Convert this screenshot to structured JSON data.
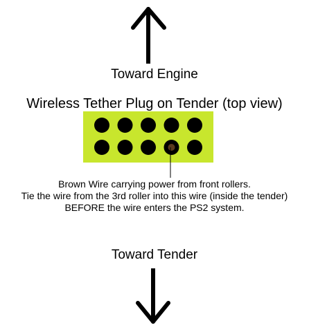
{
  "labels": {
    "toward_engine": "Toward Engine",
    "title": "Wireless Tether Plug on Tender (top view)",
    "toward_tender": "Toward Tender"
  },
  "note": {
    "line1": "Brown Wire carrying power from front rollers.",
    "line2": "Tie the wire from the 3rd roller into this wire (inside the tender)",
    "line3": "BEFORE the wire enters the PS2 system."
  },
  "plug": {
    "rows": 2,
    "cols": 5,
    "highlight": {
      "row": 2,
      "col": 4
    }
  },
  "colors": {
    "plug_body": "#c8e62d",
    "pin": "#000000",
    "brown_pin": "#5a3a1e",
    "line": "#000000"
  },
  "icons": {
    "top_arrow": "up-arrow-icon",
    "bottom_arrow": "down-arrow-icon"
  }
}
